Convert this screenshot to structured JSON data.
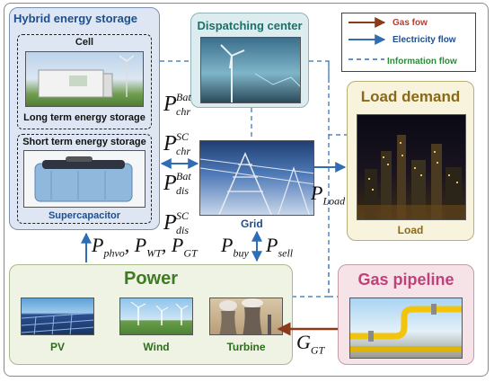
{
  "hybrid": {
    "title": "Hybrid energy storage",
    "cell_label": "Cell",
    "long_term": "Long term energy storage",
    "short_term": "Short term energy storage",
    "supercap": "Supercapacitor"
  },
  "dispatch": {
    "title": "Dispatching center"
  },
  "load": {
    "title": "Load demand",
    "caption": "Load"
  },
  "grid": {
    "caption": "Grid"
  },
  "power": {
    "title": "Power",
    "pv": "PV",
    "wind": "Wind",
    "turbine": "Turbine"
  },
  "gas": {
    "title": "Gas pipeline"
  },
  "legend": {
    "gas_flow": "Gas fow",
    "electricity_flow": "Electricity flow",
    "information_flow": "Information flow"
  },
  "symbols": {
    "P": "P",
    "chr_bat_sup": "Bat",
    "chr_bat_sub": "chr",
    "chr_sc_sup": "SC",
    "chr_sc_sub": "chr",
    "dis_bat_sup": "Bat",
    "dis_bat_sub": "dis",
    "dis_sc_sup": "SC",
    "dis_sc_sub": "dis",
    "load_sub": "Load",
    "phvo_sub": "phvo",
    "wt_sub": "WT",
    "gt_sub": "GT",
    "buy_sub": "buy",
    "sell_sub": "sell",
    "G": "G",
    "ggt_sub": "GT"
  },
  "colors": {
    "gas_arrow": "#8b3a1a",
    "elec_arrow": "#2f6db5",
    "info_line": "#2f6db5",
    "power_bg": "#eef3e3",
    "gas_bg": "#f6e3e8",
    "load_bg": "#f8f3dd",
    "hybrid_bg": "#dde6f2"
  }
}
